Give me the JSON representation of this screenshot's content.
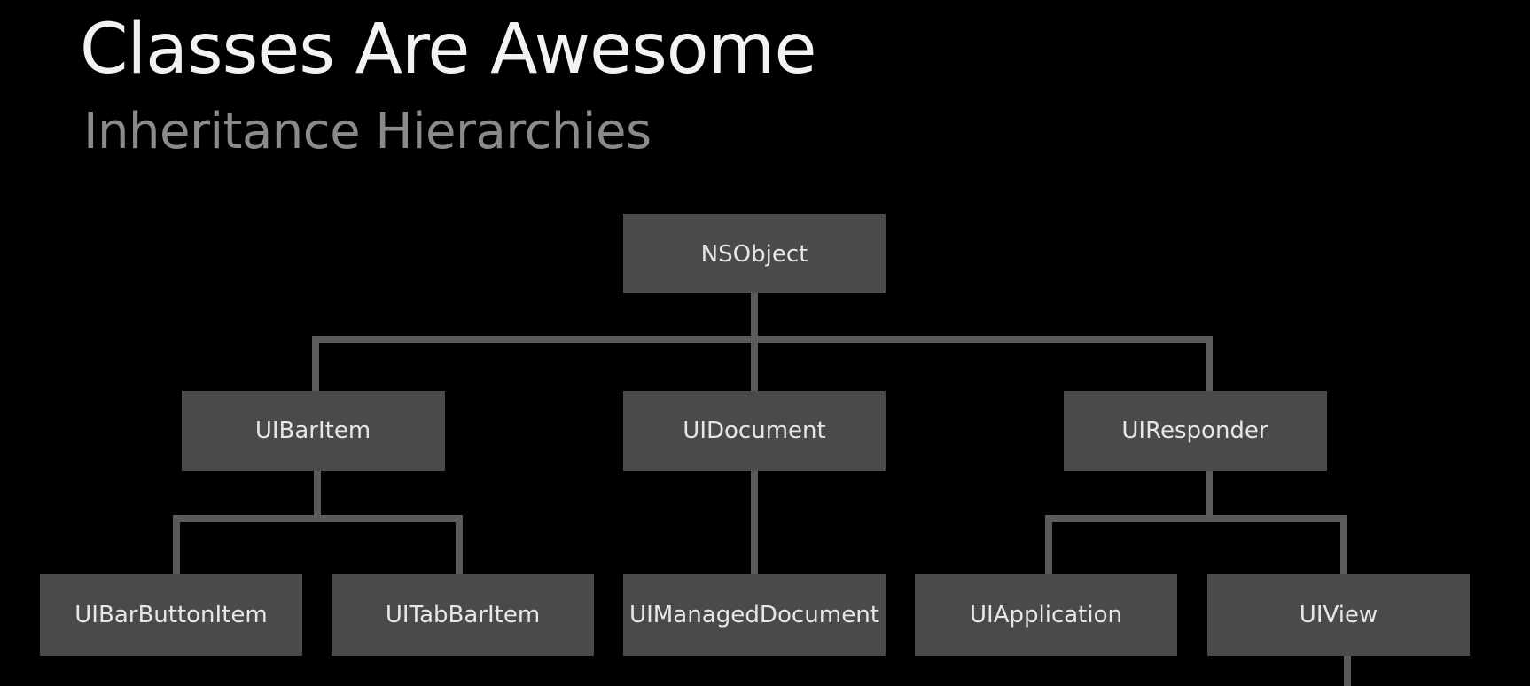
{
  "slide": {
    "title": "Classes Are Awesome",
    "subtitle": "Inheritance Hierarchies"
  },
  "colors": {
    "background": "#000000",
    "title": "#f2f2f2",
    "subtitle": "#8a8a8a",
    "node_fill": "#4a4a4a",
    "node_text": "#e6e6e6",
    "connector": "#5b5b5b"
  },
  "diagram": {
    "type": "inheritance-tree",
    "nodes": [
      {
        "id": "nsobject",
        "label": "NSObject",
        "parent": null
      },
      {
        "id": "uibaritem",
        "label": "UIBarItem",
        "parent": "nsobject"
      },
      {
        "id": "uidocument",
        "label": "UIDocument",
        "parent": "nsobject"
      },
      {
        "id": "uiresponder",
        "label": "UIResponder",
        "parent": "nsobject"
      },
      {
        "id": "uibarbuttonitem",
        "label": "UIBarButtonItem",
        "parent": "uibaritem"
      },
      {
        "id": "uitabbaritem",
        "label": "UITabBarItem",
        "parent": "uibaritem"
      },
      {
        "id": "uimanageddocument",
        "label": "UIManagedDocument",
        "parent": "uidocument"
      },
      {
        "id": "uiapplication",
        "label": "UIApplication",
        "parent": "uiresponder"
      },
      {
        "id": "uiview",
        "label": "UIView",
        "parent": "uiresponder"
      }
    ]
  }
}
